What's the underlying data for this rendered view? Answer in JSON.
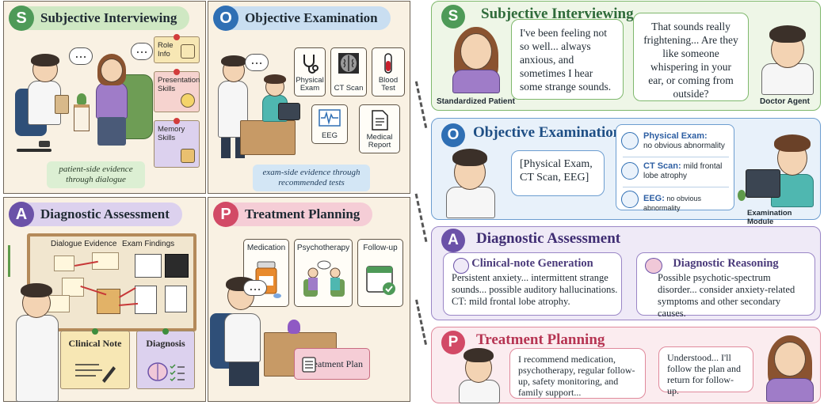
{
  "left": {
    "subjective": {
      "letter": "S",
      "title": "Subjective Interviewing",
      "notes": {
        "role": "Role Info",
        "presentation": "Presentation Skills",
        "memory": "Memory Skills"
      },
      "caption": "patient-side evidence through dialogue",
      "bubble": "..."
    },
    "objective": {
      "letter": "O",
      "title": "Objective Examination",
      "tests": {
        "physical": "Physical Exam",
        "ct": "CT Scan",
        "blood": "Blood Test",
        "eeg": "EEG",
        "report": "Medical Report"
      },
      "caption": "exam-side evidence through recommended tests",
      "bubble": "..."
    },
    "assessment": {
      "letter": "A",
      "title": "Diagnostic Assessment",
      "board": {
        "dialogue": "Dialogue Evidence",
        "exam": "Exam Findings"
      },
      "clinical_note": "Clinical Note",
      "diagnosis": "Diagnosis"
    },
    "plan": {
      "letter": "P",
      "title": "Treatment Planning",
      "cards": {
        "medication": "Medication",
        "psychotherapy": "Psychotherapy",
        "followup": "Follow-up"
      },
      "bubble": "...",
      "treatment_plan": "Treatment Plan"
    }
  },
  "right": {
    "subjective": {
      "letter": "S",
      "title": "Subjective Interviewing",
      "patient_quote": "I've been feeling not so well... always anxious, and sometimes I hear some strange sounds.",
      "doctor_quote": "That sounds really frightening... Are they like someone whispering in your ear, or coming from outside?",
      "patient_label": "Standardized Patient",
      "doctor_label": "Doctor Agent"
    },
    "objective": {
      "letter": "O",
      "title": "Objective Examination",
      "request": "[Physical Exam, CT Scan, EEG]",
      "findings": [
        {
          "name": "Physical Exam:",
          "result": "no obvious abnormality"
        },
        {
          "name": "CT Scan:",
          "result": "mild frontal lobe atrophy"
        },
        {
          "name": "EEG:",
          "result": "no obvious abnormality"
        }
      ],
      "module_label": "Examination Module"
    },
    "assessment": {
      "letter": "A",
      "title": "Diagnostic Assessment",
      "note_title": "Clinical-note Generation",
      "note_body": "Persistent anxiety... intermittent strange sounds... possible auditory hallucinations. CT: mild frontal lobe atrophy.",
      "reason_title": "Diagnostic Reasoning",
      "reason_body": "Possible psychotic-spectrum disorder... consider anxiety-related symptoms and other secondary causes."
    },
    "plan": {
      "letter": "P",
      "title": "Treatment Planning",
      "doctor_quote": "I recommend medication, psychotherapy, regular follow-up, safety monitoring, and family support...",
      "patient_quote": "Understood... I'll follow the plan and return for follow-up."
    }
  },
  "colors": {
    "s": "#4e9a58",
    "o": "#2f6fb4",
    "a": "#6b52a8",
    "p": "#d24a66",
    "card_bg": "#f9f1e3"
  }
}
